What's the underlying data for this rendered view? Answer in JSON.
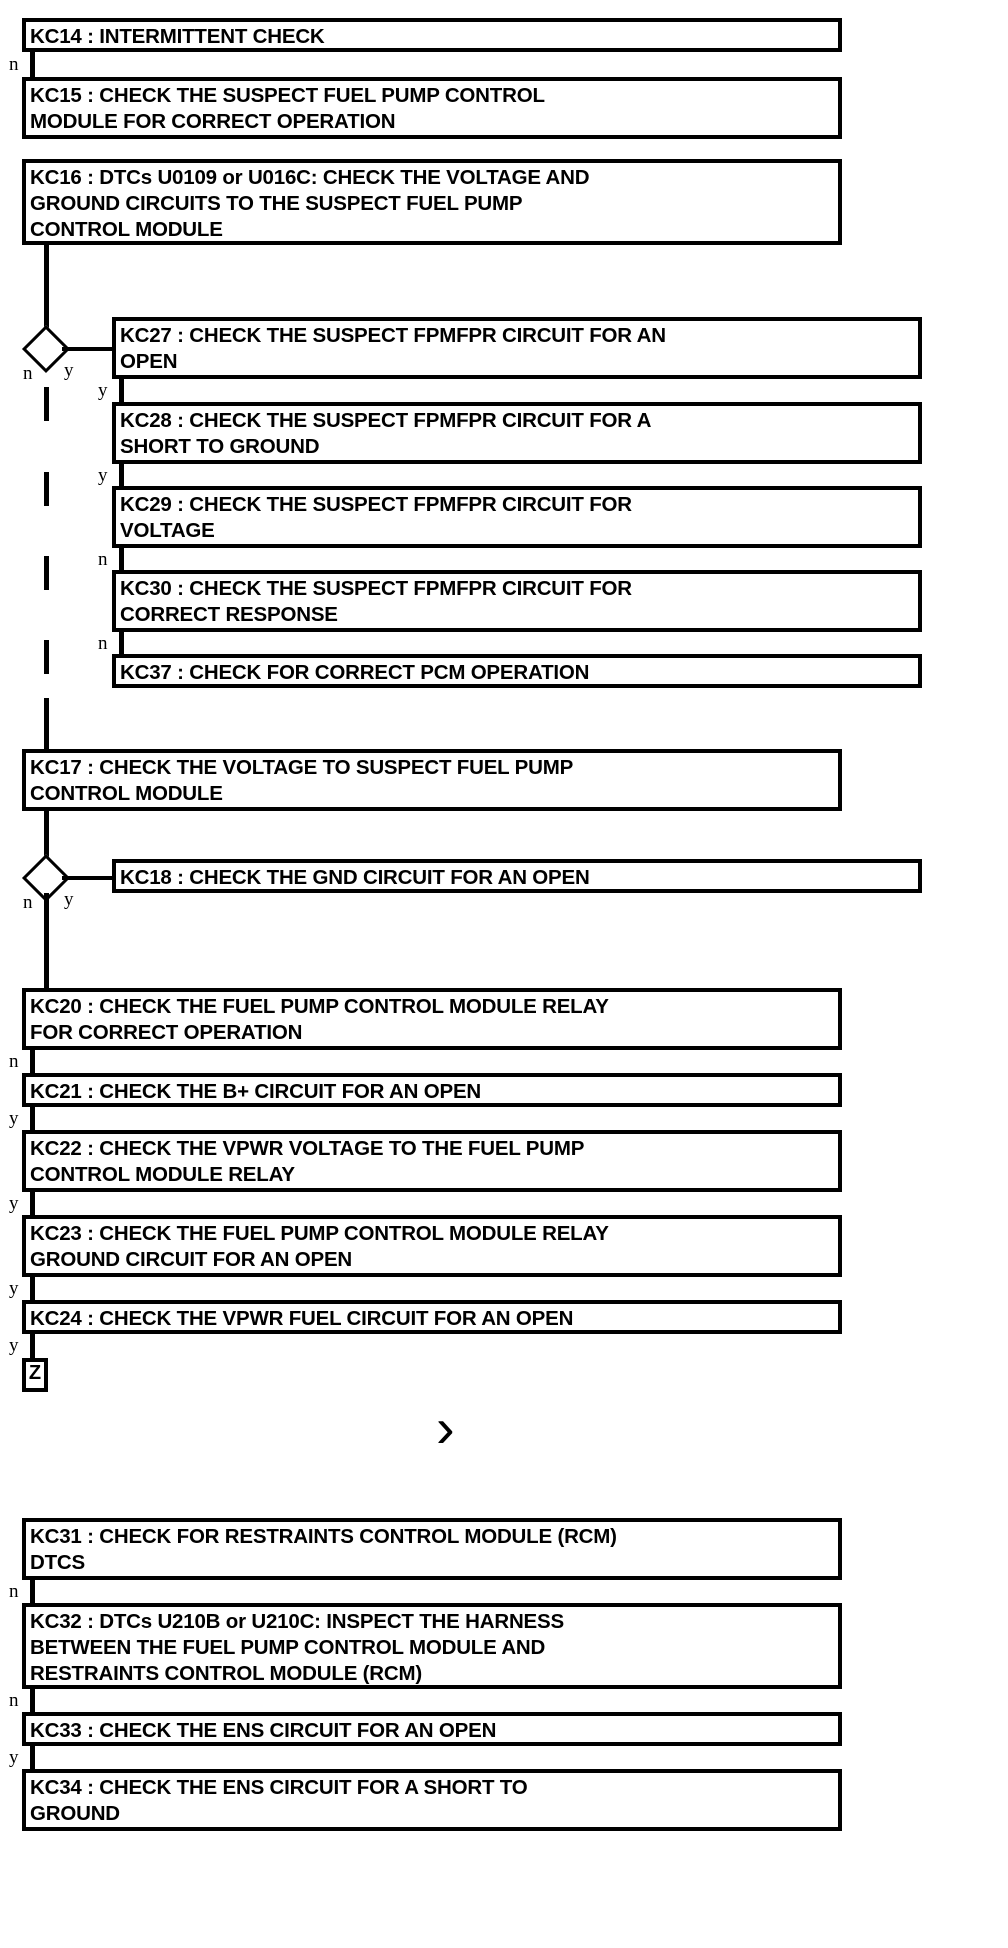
{
  "diagram": {
    "type": "flowchart",
    "title": "Fuel Pump Control Module Diagnostic Pinpoint Test Flowchart",
    "nodes": [
      {
        "id": "KC14",
        "label": "KC14 : INTERMITTENT CHECK"
      },
      {
        "id": "KC15",
        "label": "KC15 : CHECK THE SUSPECT FUEL PUMP CONTROL\nMODULE FOR CORRECT OPERATION"
      },
      {
        "id": "KC16",
        "label": "KC16 : DTCs U0109 or U016C: CHECK THE VOLTAGE AND\nGROUND CIRCUITS TO THE SUSPECT FUEL PUMP\nCONTROL MODULE"
      },
      {
        "id": "KC27",
        "label": "KC27 : CHECK THE SUSPECT FPMFPR CIRCUIT FOR AN\nOPEN"
      },
      {
        "id": "KC28",
        "label": "KC28 : CHECK THE SUSPECT FPMFPR CIRCUIT FOR A\nSHORT TO GROUND"
      },
      {
        "id": "KC29",
        "label": "KC29 : CHECK THE SUSPECT FPMFPR CIRCUIT FOR\nVOLTAGE"
      },
      {
        "id": "KC30",
        "label": "KC30 : CHECK THE SUSPECT FPMFPR CIRCUIT FOR\nCORRECT RESPONSE"
      },
      {
        "id": "KC37",
        "label": "KC37 : CHECK FOR CORRECT PCM OPERATION"
      },
      {
        "id": "KC17",
        "label": "KC17 : CHECK THE VOLTAGE TO SUSPECT FUEL PUMP\nCONTROL MODULE"
      },
      {
        "id": "KC18",
        "label": "KC18 : CHECK THE GND CIRCUIT FOR AN OPEN"
      },
      {
        "id": "KC20",
        "label": "KC20 : CHECK THE FUEL PUMP CONTROL MODULE RELAY\nFOR CORRECT OPERATION"
      },
      {
        "id": "KC21",
        "label": "KC21 : CHECK THE B+ CIRCUIT FOR AN OPEN"
      },
      {
        "id": "KC22",
        "label": "KC22 : CHECK THE VPWR VOLTAGE TO THE FUEL PUMP\nCONTROL MODULE RELAY"
      },
      {
        "id": "KC23",
        "label": "KC23 : CHECK THE FUEL PUMP CONTROL MODULE RELAY\nGROUND CIRCUIT FOR AN OPEN"
      },
      {
        "id": "KC24",
        "label": "KC24 : CHECK THE VPWR FUEL CIRCUIT FOR AN OPEN"
      },
      {
        "id": "Z",
        "label": "Z"
      },
      {
        "id": "KC31",
        "label": "KC31 : CHECK FOR RESTRAINTS CONTROL MODULE (RCM)\nDTCS"
      },
      {
        "id": "KC32",
        "label": "KC32 : DTCs U210B or U210C: INSPECT THE HARNESS\nBETWEEN THE FUEL PUMP CONTROL MODULE AND\nRESTRAINTS CONTROL MODULE (RCM)"
      },
      {
        "id": "KC33",
        "label": "KC33 : CHECK THE ENS CIRCUIT FOR AN OPEN"
      },
      {
        "id": "KC34",
        "label": "KC34 : CHECK THE ENS CIRCUIT FOR A SHORT TO\nGROUND"
      }
    ],
    "edge_labels": {
      "kc14_to_kc15": "n",
      "diamond1_no": "n",
      "diamond1_yes": "y",
      "kc27_to_kc28": "y",
      "kc28_to_kc29": "y",
      "kc29_to_kc30": "n",
      "kc30_to_kc37": "n",
      "diamond2_no": "n",
      "diamond2_yes": "y",
      "kc20_to_kc21": "n",
      "kc21_to_kc22": "y",
      "kc22_to_kc23": "y",
      "kc23_to_kc24": "y",
      "kc24_to_z": "y",
      "kc31_to_kc32": "n",
      "kc32_to_kc33": "n",
      "kc33_to_kc34": "y"
    },
    "symbols": {
      "chevron": "›"
    },
    "colors": {
      "stroke": "#000000",
      "fill": "#ffffff"
    }
  }
}
